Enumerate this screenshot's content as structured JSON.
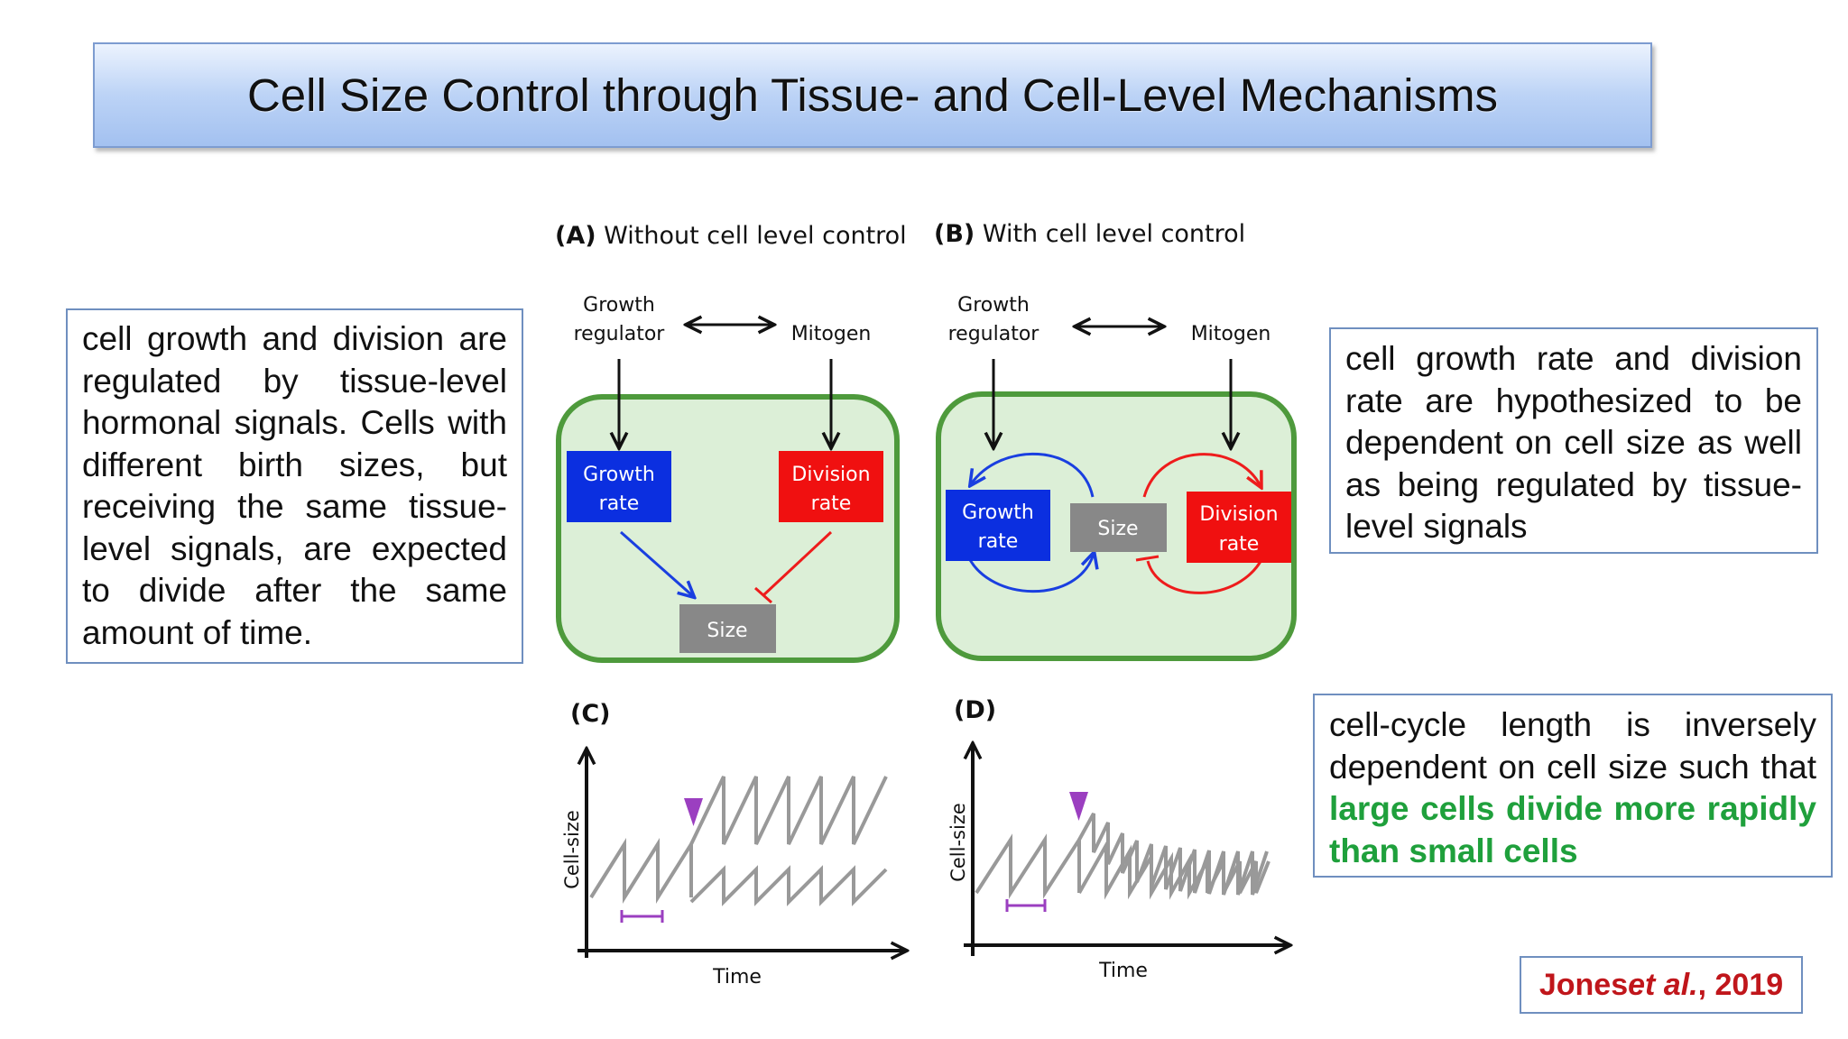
{
  "slide": {
    "title": "Cell Size Control through Tissue- and Cell-Level Mechanisms",
    "left_box": "cell growth and division are regulated by tissue-level hormonal signals. Cells with different birth sizes, but receiving the same tissue-level signals, are expected to divide after the same amount of time.",
    "right_box": "cell growth rate and division rate are hypothesized to be dependent on cell size as well as being regulated by tissue-level signals",
    "bottom_box": {
      "text_before": "cell-cycle length is inversely dependent on cell size such that ",
      "highlight": "large cells divide more rapidly than small cells"
    },
    "citation": {
      "author": "Jones ",
      "etal": "et al.",
      "year": ", 2019"
    }
  },
  "panels": {
    "A": {
      "letter": "(A)",
      "caption": " Without cell level control",
      "growth_regulator_1": "Growth",
      "growth_regulator_2": "regulator",
      "mitogen": "Mitogen",
      "growth_rate_1": "Growth",
      "growth_rate_2": "rate",
      "division_rate_1": "Division",
      "division_rate_2": "rate",
      "size": "Size"
    },
    "B": {
      "letter": "(B)",
      "caption": " With cell level control",
      "growth_regulator_1": "Growth",
      "growth_regulator_2": "regulator",
      "mitogen": "Mitogen",
      "growth_rate_1": "Growth",
      "growth_rate_2": "rate",
      "division_rate_1": "Division",
      "division_rate_2": "rate",
      "size": "Size"
    },
    "C": {
      "letter": "(C)",
      "xlabel": "Time",
      "ylabel": "Cell-size"
    },
    "D": {
      "letter": "(D)",
      "xlabel": "Time",
      "ylabel": "Cell-size"
    }
  },
  "colors": {
    "growth_box": "#0b2fe0",
    "division_box": "#f01010",
    "size_box": "#888888",
    "cell_fill": "#dcefd7",
    "cell_border": "#4e9a3c",
    "trace": "#999999",
    "marker": "#9b3fc0",
    "highlight_text": "#1fa03c",
    "citation_text": "#c0161b"
  }
}
